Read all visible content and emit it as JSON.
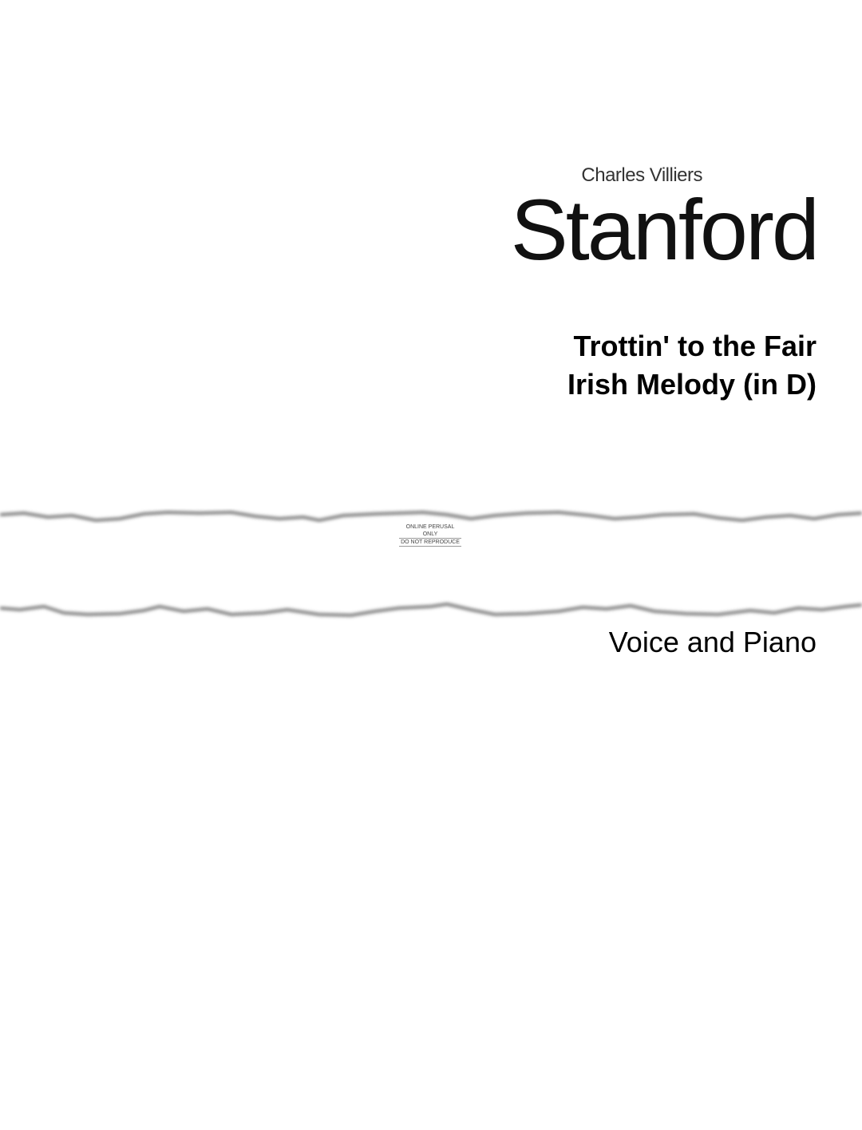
{
  "composer": {
    "first_names": "Charles Villiers",
    "surname": "Stanford"
  },
  "title": {
    "line1": "Trottin' to the Fair",
    "line2": "Irish Melody (in D)"
  },
  "instrumentation": "Voice and Piano",
  "watermark": {
    "line1": "ONLINE PERUSAL ONLY",
    "line2": "DO NOT REPRODUCE"
  }
}
